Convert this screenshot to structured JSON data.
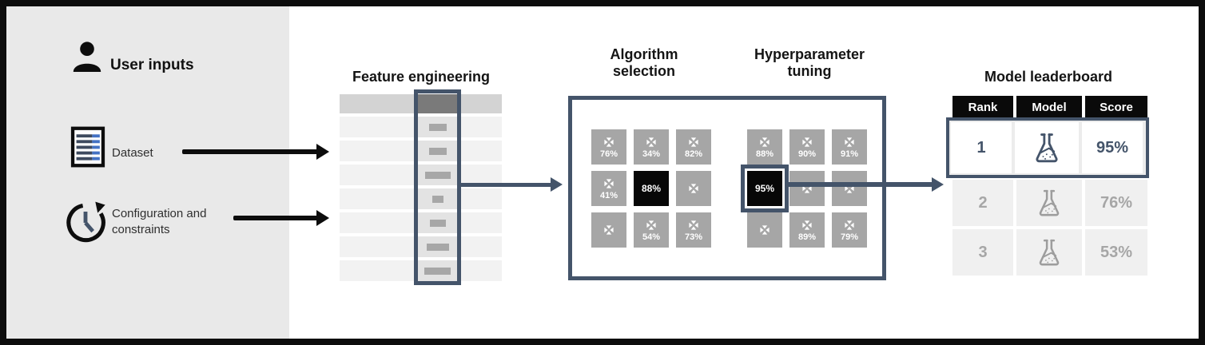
{
  "user_inputs": {
    "title": "User inputs",
    "items": [
      {
        "label": "Dataset",
        "icon": "dataset-list-icon"
      },
      {
        "label": "Configuration and constraints",
        "icon": "clock-refresh-icon"
      }
    ]
  },
  "feature_engineering": {
    "title": "Feature engineering"
  },
  "algorithm_selection": {
    "title": "Algorithm selection",
    "tiles": [
      {
        "value": "76%",
        "variant": "icon-pct"
      },
      {
        "value": "34%",
        "variant": "icon-pct"
      },
      {
        "value": "82%",
        "variant": "icon-pct"
      },
      {
        "value": "41%",
        "variant": "icon-pct"
      },
      {
        "value": "88%",
        "variant": "black-selected"
      },
      {
        "value": "",
        "variant": "icon-only"
      },
      {
        "value": "",
        "variant": "icon-only"
      },
      {
        "value": "54%",
        "variant": "icon-pct"
      },
      {
        "value": "73%",
        "variant": "icon-pct"
      }
    ]
  },
  "hyperparameter_tuning": {
    "title": "Hyperparameter tuning",
    "tiles": [
      {
        "value": "88%",
        "variant": "icon-pct"
      },
      {
        "value": "90%",
        "variant": "icon-pct"
      },
      {
        "value": "91%",
        "variant": "icon-pct"
      },
      {
        "value": "95%",
        "variant": "black-selected-bordered"
      },
      {
        "value": "",
        "variant": "icon-only"
      },
      {
        "value": "",
        "variant": "icon-only"
      },
      {
        "value": "",
        "variant": "icon-only"
      },
      {
        "value": "89%",
        "variant": "icon-pct"
      },
      {
        "value": "79%",
        "variant": "icon-pct"
      }
    ]
  },
  "leaderboard": {
    "title": "Model leaderboard",
    "headers": [
      "Rank",
      "Model",
      "Score"
    ],
    "rows": [
      {
        "rank": "1",
        "score": "95%",
        "highlighted": true
      },
      {
        "rank": "2",
        "score": "76%",
        "highlighted": false
      },
      {
        "rank": "3",
        "score": "53%",
        "highlighted": false
      }
    ]
  },
  "colors": {
    "accent_slate": "#44546a",
    "tile_gray": "#a6a6a6",
    "panel_gray": "#e9e9e9",
    "frame_black": "#0d0d0d",
    "dataset_line_blue": "#4472c4"
  }
}
